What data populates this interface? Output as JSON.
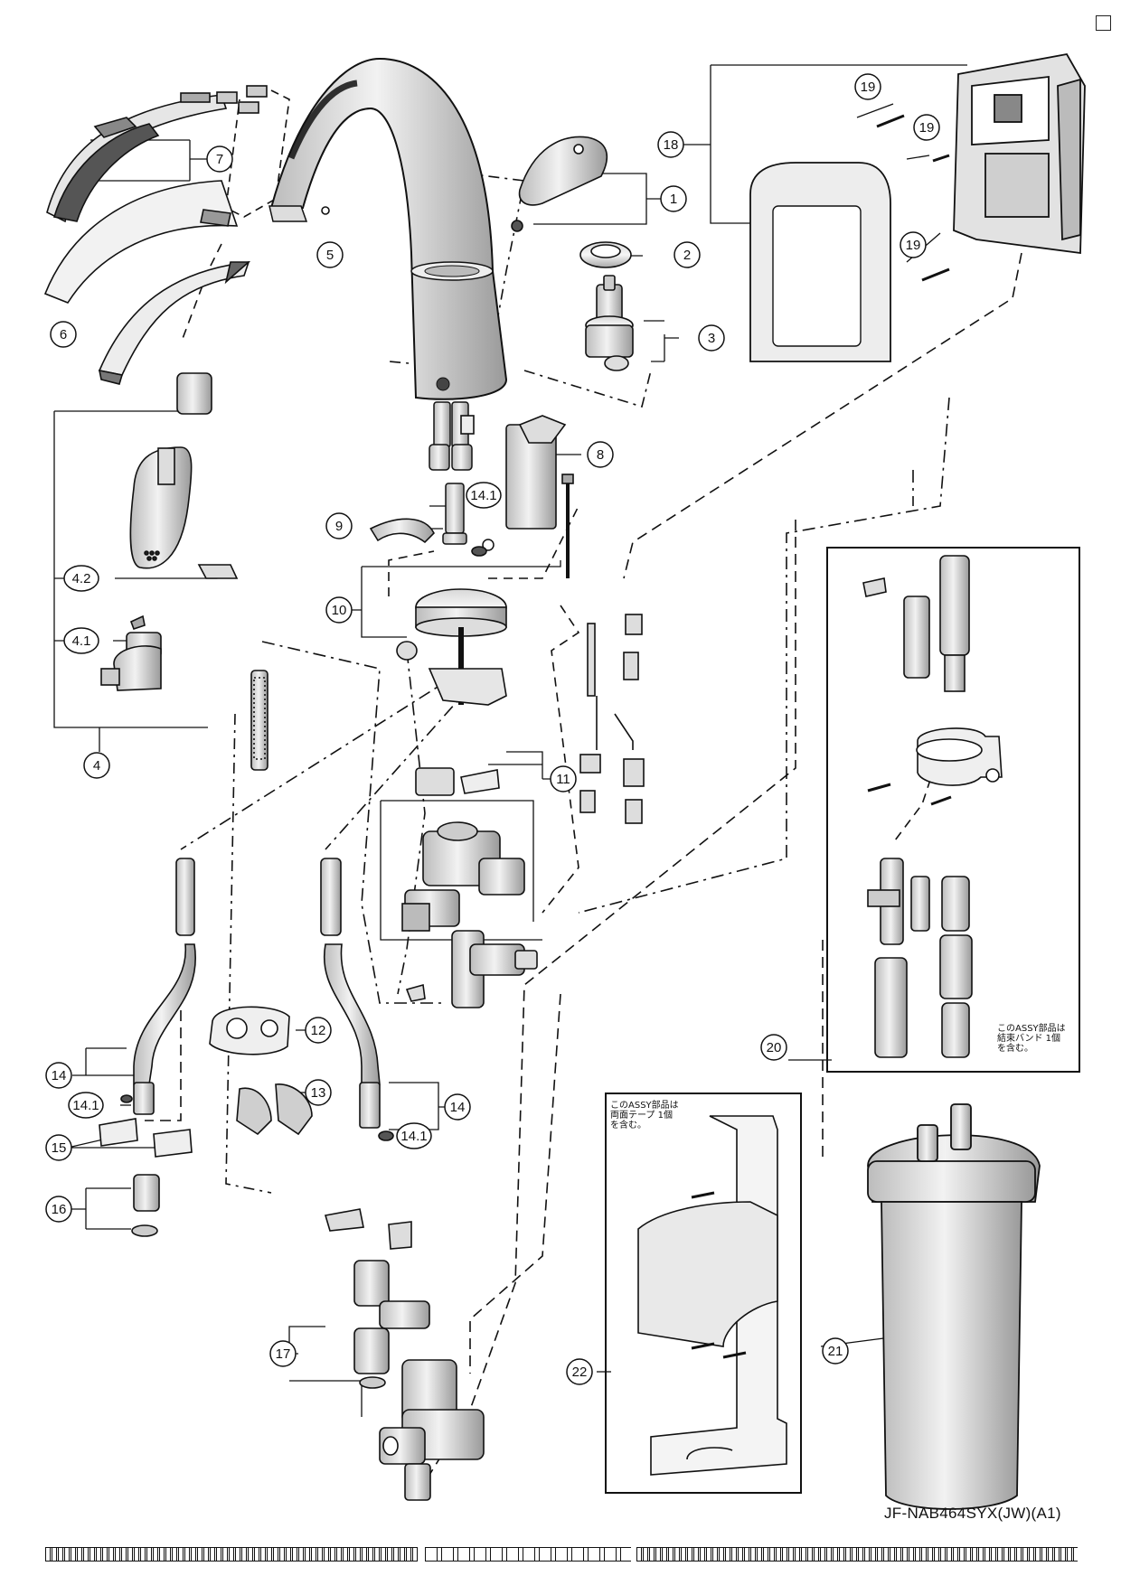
{
  "callouts": [
    {
      "label": "1"
    },
    {
      "label": "2"
    },
    {
      "label": "3"
    },
    {
      "label": "4"
    },
    {
      "label": "4.1"
    },
    {
      "label": "4.2"
    },
    {
      "label": "5"
    },
    {
      "label": "6"
    },
    {
      "label": "7"
    },
    {
      "label": "8"
    },
    {
      "label": "9"
    },
    {
      "label": "10"
    },
    {
      "label": "11"
    },
    {
      "label": "12"
    },
    {
      "label": "13"
    },
    {
      "label": "14"
    },
    {
      "label": "14.1"
    },
    {
      "label": "14"
    },
    {
      "label": "14.1"
    },
    {
      "label": "14.1"
    },
    {
      "label": "15"
    },
    {
      "label": "16"
    },
    {
      "label": "17"
    },
    {
      "label": "18"
    },
    {
      "label": "19"
    },
    {
      "label": "19"
    },
    {
      "label": "19"
    },
    {
      "label": "20"
    },
    {
      "label": "21"
    },
    {
      "label": "22"
    }
  ],
  "notes": {
    "band_note": "このASSY部品は\n結束バンド 1個\nを含む。",
    "tape_note": "このASSY部品は\n両面テープ 1個\nを含む。"
  },
  "model_code": "JF-NAB464SYX(JW)(A1)"
}
